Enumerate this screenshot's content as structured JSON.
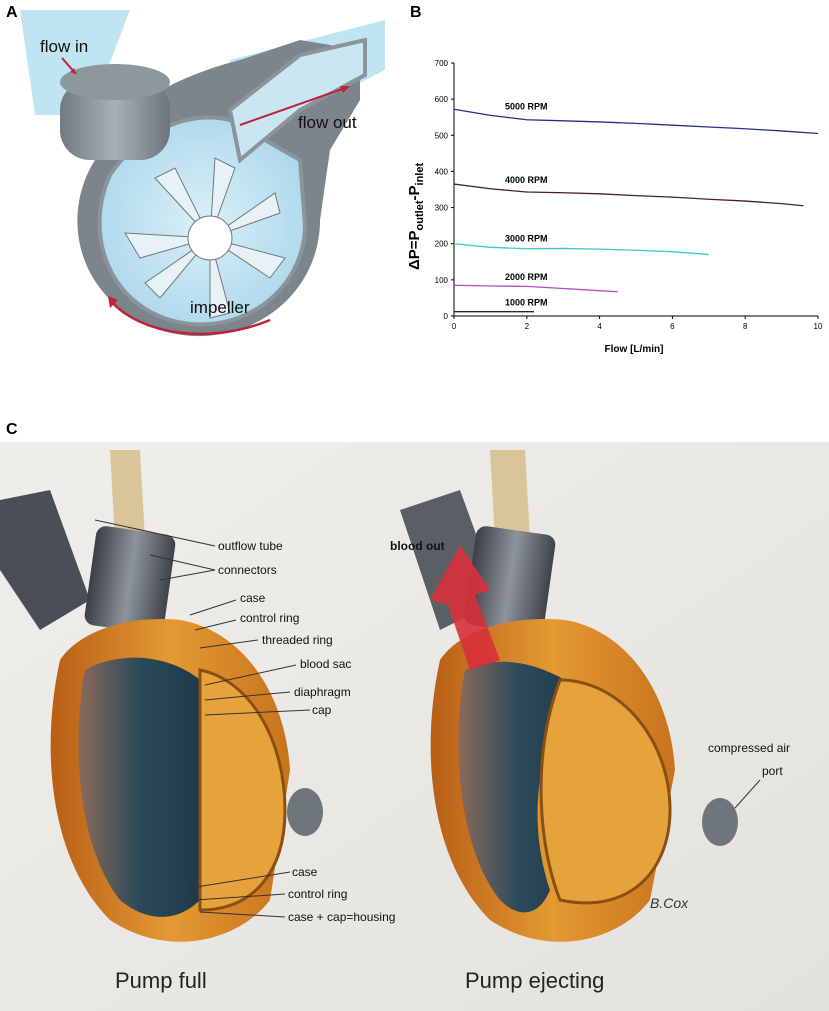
{
  "panels": {
    "a": {
      "letter": "A",
      "labels": {
        "flow_in": "flow in",
        "flow_out": "flow out",
        "impeller": "impeller"
      }
    },
    "b": {
      "letter": "B",
      "ylabel_main": "ΔP=P",
      "ylabel_sub1": "outlet",
      "ylabel_mid": "-P",
      "ylabel_sub2": "inlet",
      "xlabel": "Flow [L/min]"
    },
    "c": {
      "letter": "C",
      "left": {
        "caption": "Pump full",
        "labels": {
          "outflow_tube": "outflow tube",
          "connectors": "connectors",
          "case_top": "case",
          "control_ring_top": "control ring",
          "threaded_ring": "threaded ring",
          "blood_sac": "blood sac",
          "diaphragm": "diaphragm",
          "cap": "cap",
          "case_bottom": "case",
          "control_ring_bottom": "control ring",
          "housing": "case + cap=housing"
        }
      },
      "right": {
        "caption": "Pump ejecting",
        "labels": {
          "blood_out": "blood out",
          "compressed_air": "compressed air",
          "port": "port"
        }
      }
    }
  },
  "chart_data": {
    "type": "line",
    "x_range": [
      0,
      10
    ],
    "y_range": [
      0,
      700
    ],
    "x_ticks": [
      0,
      2,
      4,
      6,
      8,
      10
    ],
    "y_ticks": [
      0,
      100,
      200,
      300,
      400,
      500,
      600,
      700
    ],
    "series": [
      {
        "name": "5000 RPM",
        "color": "#2a2a8c",
        "x": [
          0,
          1,
          2,
          3,
          4,
          5,
          6,
          7,
          8,
          9,
          10
        ],
        "y": [
          572,
          555,
          543,
          540,
          537,
          533,
          528,
          523,
          518,
          512,
          505
        ]
      },
      {
        "name": "4000 RPM",
        "color": "#4a1f24",
        "x": [
          0,
          1,
          2,
          3,
          4,
          5,
          6,
          7,
          8,
          9,
          9.6
        ],
        "y": [
          365,
          352,
          343,
          341,
          338,
          333,
          329,
          323,
          318,
          311,
          305
        ]
      },
      {
        "name": "3000 RPM",
        "color": "#3cc9c4",
        "x": [
          0,
          1,
          2,
          3,
          4,
          5,
          6,
          7
        ],
        "y": [
          200,
          190,
          186,
          187,
          185,
          182,
          178,
          170
        ]
      },
      {
        "name": "2000 RPM",
        "color": "#b04cc4",
        "x": [
          0,
          1,
          2,
          3,
          4,
          4.5
        ],
        "y": [
          85,
          83,
          82,
          76,
          70,
          67
        ]
      },
      {
        "name": "1000 RPM",
        "color": "#222244",
        "x": [
          0,
          1,
          2,
          2.2
        ],
        "y": [
          12,
          12,
          12,
          12
        ]
      }
    ]
  }
}
